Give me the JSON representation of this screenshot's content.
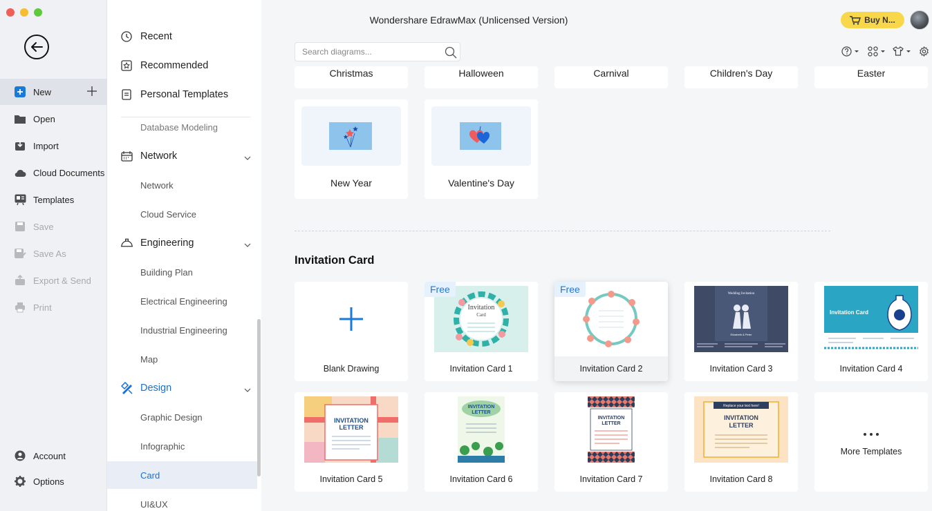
{
  "window": {
    "title": "Wondershare EdrawMax (Unlicensed Version)"
  },
  "sidebar": {
    "items": [
      {
        "label": "New",
        "icon": "new-icon"
      },
      {
        "label": "Open",
        "icon": "folder-icon"
      },
      {
        "label": "Import",
        "icon": "import-icon"
      },
      {
        "label": "Cloud Documents",
        "icon": "cloud-icon"
      },
      {
        "label": "Templates",
        "icon": "templates-icon"
      },
      {
        "label": "Save",
        "icon": "save-icon"
      },
      {
        "label": "Save As",
        "icon": "save-as-icon"
      },
      {
        "label": "Export & Send",
        "icon": "export-icon"
      },
      {
        "label": "Print",
        "icon": "print-icon"
      }
    ],
    "bottom": [
      {
        "label": "Account",
        "icon": "account-icon"
      },
      {
        "label": "Options",
        "icon": "gear-icon"
      }
    ]
  },
  "categories": {
    "top": [
      {
        "label": "Recent",
        "icon": "clock-icon"
      },
      {
        "label": "Recommended",
        "icon": "star-icon"
      },
      {
        "label": "Personal Templates",
        "icon": "document-icon"
      }
    ],
    "cut_off_item": "Database Modeling",
    "groups": [
      {
        "label": "Network",
        "icon": "network-icon",
        "subs": [
          "Network",
          "Cloud Service"
        ]
      },
      {
        "label": "Engineering",
        "icon": "helmet-icon",
        "subs": [
          "Building Plan",
          "Electrical Engineering",
          "Industrial Engineering",
          "Map"
        ]
      },
      {
        "label": "Design",
        "icon": "design-icon",
        "subs": [
          "Graphic Design",
          "Infographic",
          "Card",
          "UI&UX"
        ]
      }
    ],
    "selected": "Card"
  },
  "header": {
    "buy_label": "Buy N...",
    "search_placeholder": "Search diagrams..."
  },
  "holiday_cards": [
    "Christmas",
    "Halloween",
    "Carnival",
    "Children's Day",
    "Easter",
    "New Year",
    "Valentine's Day"
  ],
  "section": {
    "title": "Invitation Card",
    "free_badge": "Free",
    "cards": [
      "Blank Drawing",
      "Invitation Card 1",
      "Invitation Card 2",
      "Invitation Card 3",
      "Invitation Card 4",
      "Invitation Card 5",
      "Invitation Card 6",
      "Invitation Card 7",
      "Invitation Card 8",
      "More Templates"
    ],
    "thumb_text": {
      "card1_line1": "Invitation",
      "card1_line2": "Card",
      "card3": "Wedding Invitation",
      "card3_names": "Elizabeth & Peter",
      "card4": "Invitation Card",
      "letter_line1": "INVITATION",
      "letter_line2": "LETTER",
      "card8_banner": "Replace your text here!"
    }
  },
  "colors": {
    "accent": "#1a7ad8",
    "buy": "#f9d74a",
    "sidebar_bg": "#f0f1f4"
  }
}
